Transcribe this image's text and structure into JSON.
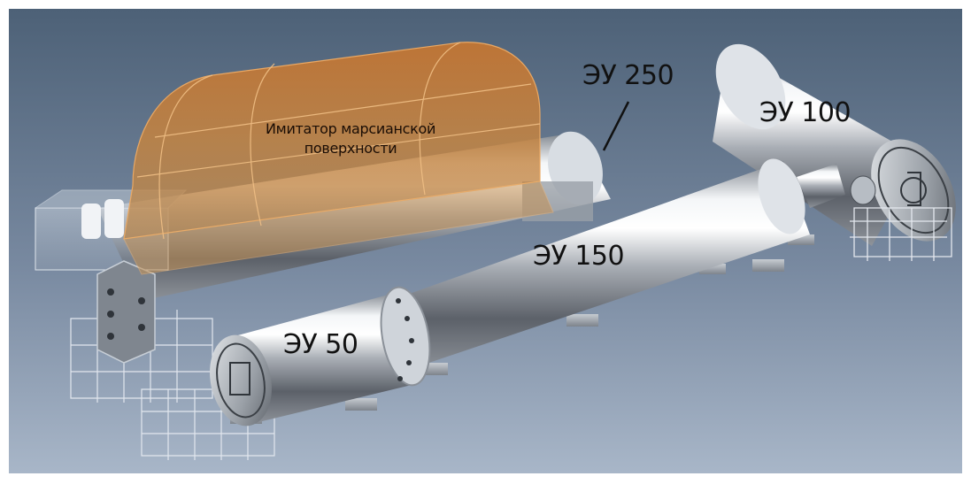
{
  "labels": {
    "mars_simulator": {
      "line1": "Имитатор марсианской",
      "line2": "поверхности"
    },
    "eu250": "ЭУ 250",
    "eu100": "ЭУ 100",
    "eu150": "ЭУ 150",
    "eu50": "ЭУ 50"
  },
  "colors": {
    "background_top": "#4d6177",
    "background_bottom": "#a8b6c8",
    "steel_light": "#f2f4f6",
    "steel_dark": "#4a4f56",
    "dome": "#c06a22"
  }
}
